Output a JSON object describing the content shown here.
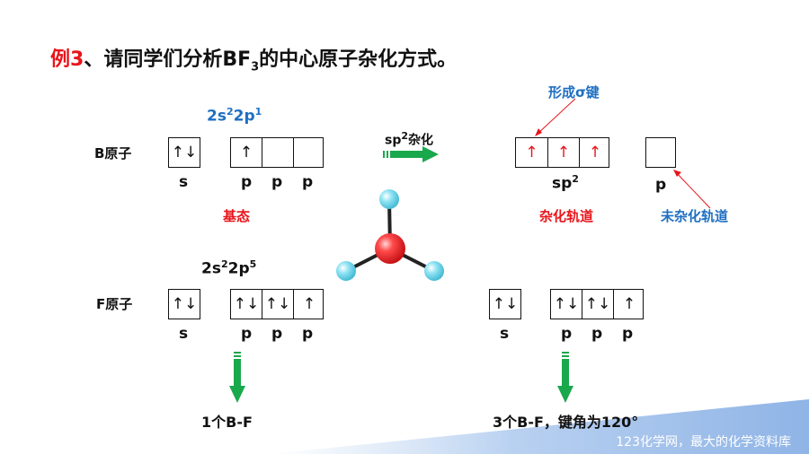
{
  "title": {
    "prefix": "例3",
    "text_before": "、请同学们分析BF",
    "subscript": "3",
    "text_after": "的中心原子杂化方式。"
  },
  "b_atom": {
    "label": "B原子",
    "config": {
      "a": "2s",
      "a_sup": "2",
      "b": "2p",
      "b_sup": "1"
    },
    "s_arrow": "↑↓",
    "p_arrows": [
      "↑",
      "",
      ""
    ],
    "orbital_labels": [
      "s",
      "p",
      "p",
      "p"
    ],
    "state_label": "基态"
  },
  "hybridization_arrow": {
    "a": "sp",
    "a_sup": "2",
    "b": "杂化"
  },
  "hybrid": {
    "sp2_arrows": [
      "↑",
      "↑",
      "↑"
    ],
    "sp2_label": "sp",
    "sp2_sup": "2",
    "p_label": "p",
    "sigma_note": "形成σ键",
    "hybrid_label": "杂化轨道",
    "unhybrid_label": "未杂化轨道"
  },
  "f_atom": {
    "label": "F原子",
    "config": {
      "a": "2s",
      "a_sup": "2",
      "b": "2p",
      "b_sup": "5"
    },
    "s_arrow": "↑↓",
    "p_arrows": [
      "↑↓",
      "↑↓",
      "↑"
    ],
    "orbital_labels": [
      "s",
      "p",
      "p",
      "p"
    ],
    "result": "1个B-F"
  },
  "f_atom_right": {
    "s_arrow": "↑↓",
    "p_arrows": [
      "↑↓",
      "↑↓",
      "↑"
    ],
    "orbital_labels": [
      "s",
      "p",
      "p",
      "p"
    ],
    "result": "3个B-F，键角为120°"
  },
  "footer": "123化学网，最大的化学资料库",
  "colors": {
    "red": "#e8151b",
    "blue": "#1f6fc2",
    "green": "#1aa84c",
    "atom_center": "#e8151b",
    "atom_outer": "#7fdcef",
    "footer_band": "#a9c6ee"
  }
}
